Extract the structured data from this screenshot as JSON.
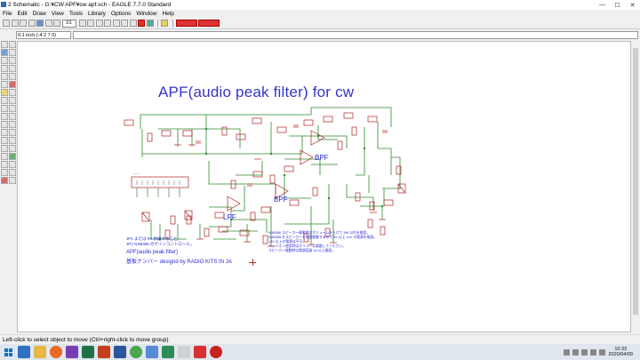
{
  "window": {
    "title": "2 Schematic - G:¥CW APF¥cw apf.sch - EAGLE 7.7.0 Standard",
    "minimize": "—",
    "maximize": "☐",
    "close": "✕"
  },
  "menu": [
    "File",
    "Edit",
    "Draw",
    "View",
    "Tools",
    "Library",
    "Options",
    "Window",
    "Help"
  ],
  "toolbar": {
    "sheet": "1/1"
  },
  "coord": {
    "value": "0.1 inch (-4 2 7 0)"
  },
  "schematic": {
    "title": "APF(audio peak filter) for cw",
    "labels": {
      "bpf1": "BPF",
      "bpf2": "BPF",
      "lpf": "LPF"
    },
    "notes_left": [
      "JP1 または 9V 供給すること。",
      "JP2 NJM386 のゲインコントロール。"
    ],
    "notes_bottom": [
      "NJM386 スピーカー駆動時はボリュームを上げて 5W 以内を推奨。",
      "NJM386 をスピーカーを推奨駆動するので 5V 以上 12V の電源を推奨。",
      "12V 以上の電源は不可。",
      "ヘッドホン使用時はボリューム調整してください。",
      "スピーカー駆動時は電源容量 1A 以上推奨。"
    ],
    "credit_line1": "APF(audio peak filter)",
    "credit_line2": "基板ナンバー  designd by RADIO KITS IN JA"
  },
  "status": {
    "text": "Left-click to select object to move (Ctrl+right-click to move group)"
  },
  "taskbar": {
    "time": "10:33",
    "date": "2020/04/09"
  }
}
